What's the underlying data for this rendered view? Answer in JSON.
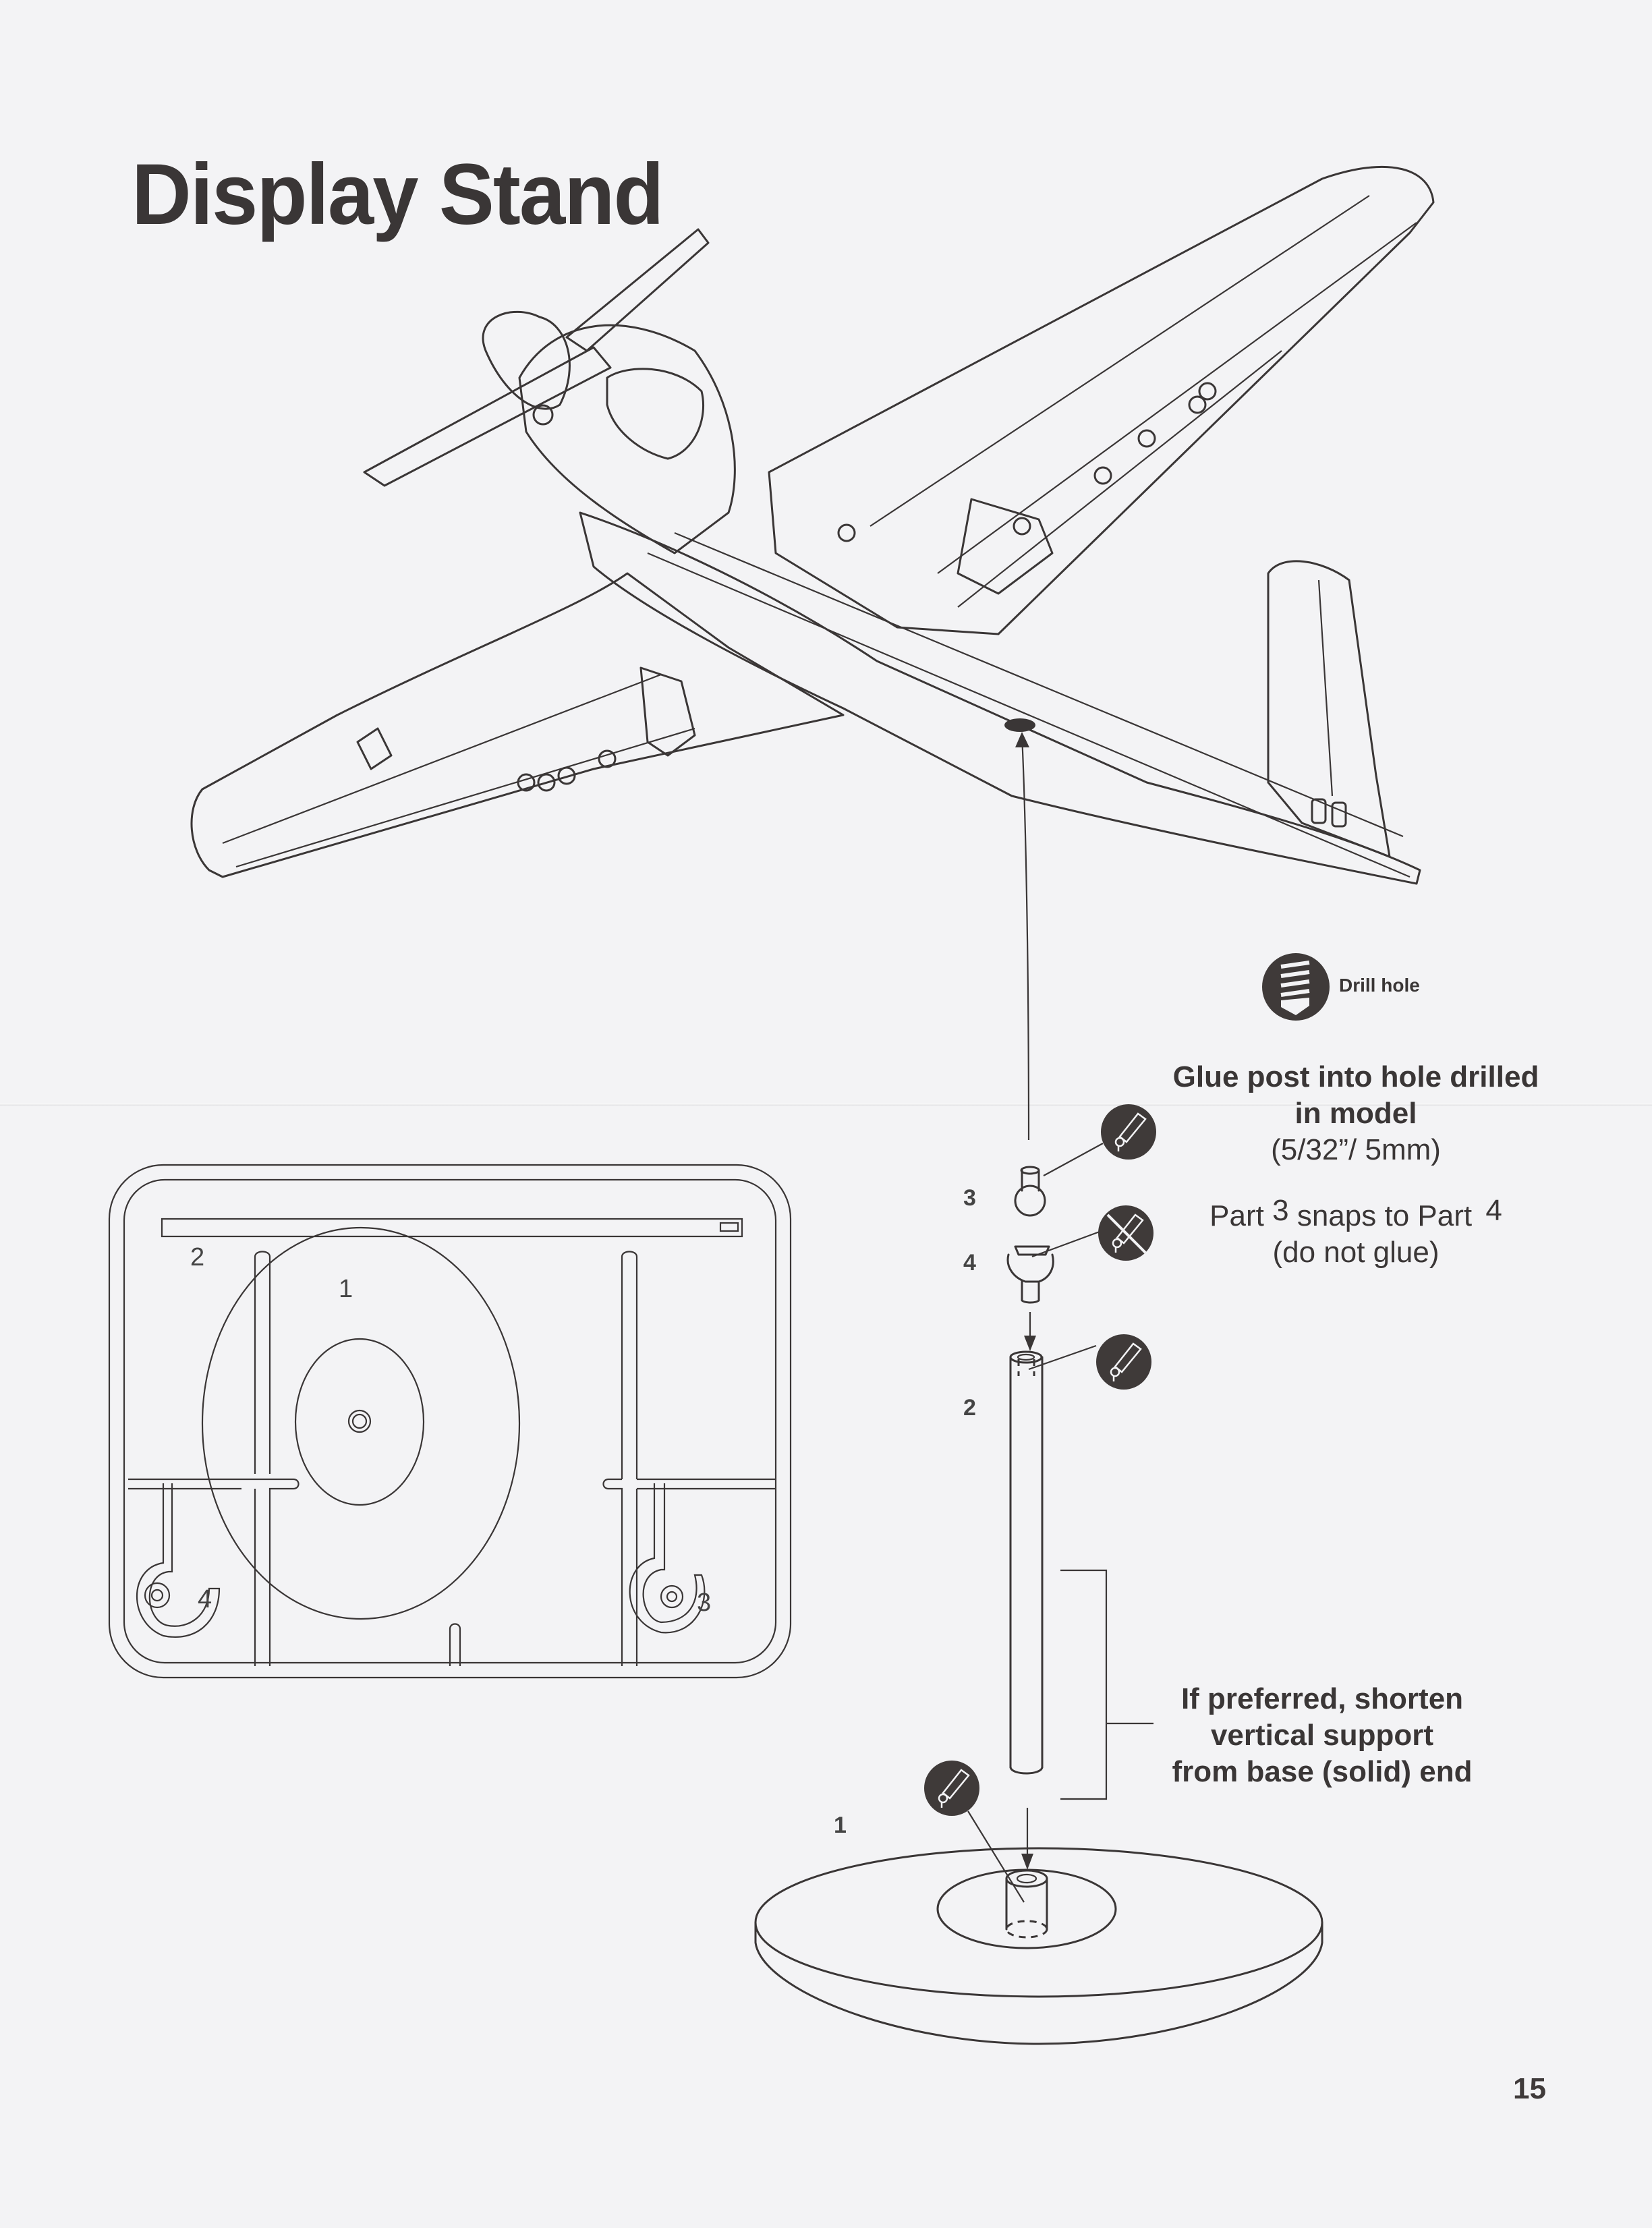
{
  "page": {
    "title": "Display Stand",
    "page_number": "15"
  },
  "legend": {
    "icon": "drill-hole-icon",
    "label": "Drill hole"
  },
  "notes": {
    "glue_post": [
      "Glue post into hole drilled",
      "in model",
      "(5/32”/ 5mm)"
    ],
    "snap_line1_a": "Part",
    "snap_line1_num3": "3",
    "snap_line1_b": "snaps to Part",
    "snap_line1_num4": "4",
    "snap_line2": "(do not glue)",
    "shorten": [
      "If preferred, shorten",
      "vertical support",
      "from base (solid) end"
    ]
  },
  "assembly_parts": [
    {
      "label": "3",
      "name": "ball-post",
      "icon": "glue-icon"
    },
    {
      "label": "4",
      "name": "socket-cup",
      "icon": "no-glue-icon"
    },
    {
      "label": "2",
      "name": "vertical-support-tube",
      "icon": "glue-icon"
    },
    {
      "label": "1",
      "name": "base-disc",
      "icon": "glue-icon"
    }
  ],
  "sprue": {
    "labels": [
      "1",
      "2",
      "3",
      "4"
    ]
  }
}
